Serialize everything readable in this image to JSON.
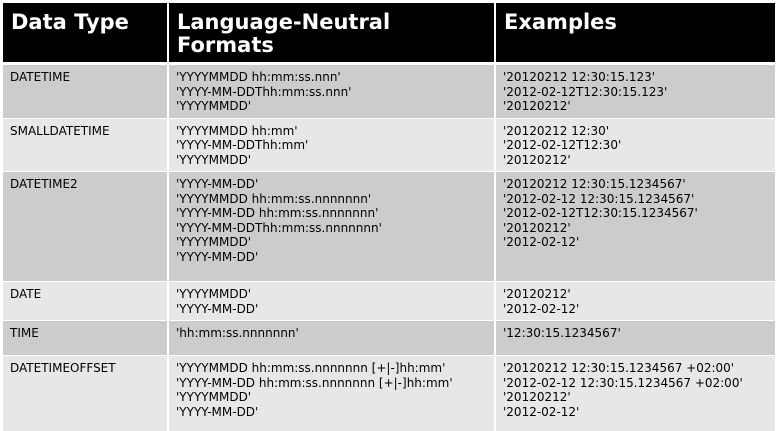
{
  "headers": [
    "Data Type",
    "Language-Neutral Formats",
    "Examples"
  ],
  "rows": [
    {
      "type": "DATETIME",
      "formats": "'YYYYMMDD hh:mm:ss.nnn'\n'YYYY-MM-DDThh:mm:ss.nnn'\n'YYYYMMDD'",
      "examples": "'20120212 12:30:15.123'\n'2012-02-12T12:30:15.123'\n'20120212'"
    },
    {
      "type": "SMALLDATETIME",
      "formats": "'YYYYMMDD hh:mm'\n'YYYY-MM-DDThh:mm'\n'YYYYMMDD'",
      "examples": "'20120212 12:30'\n'2012-02-12T12:30'\n'20120212'"
    },
    {
      "type": "DATETIME2",
      "formats": "'YYYY-MM-DD'\n'YYYYMMDD hh:mm:ss.nnnnnnn'\n'YYYY-MM-DD hh:mm:ss.nnnnnnn'\n'YYYY-MM-DDThh:mm:ss.nnnnnnn'\n'YYYYMMDD'\n'YYYY-MM-DD'",
      "examples": "'20120212 12:30:15.1234567'\n'2012-02-12 12:30:15.1234567'\n'2012-02-12T12:30:15.1234567'\n'20120212'\n'2012-02-12'"
    },
    {
      "type": "DATE",
      "formats": "'YYYYMMDD'\n'YYYY-MM-DD'",
      "examples": "'20120212'\n'2012-02-12'"
    },
    {
      "type": "TIME",
      "formats": "'hh:mm:ss.nnnnnnn'",
      "examples": "'12:30:15.1234567'"
    },
    {
      "type": "DATETIMEOFFSET",
      "formats": "'YYYYMMDD hh:mm:ss.nnnnnnn [+|-]hh:mm'\n'YYYY-MM-DD hh:mm:ss.nnnnnnn [+|-]hh:mm'\n'YYYYMMDD'\n'YYYY-MM-DD'",
      "examples": "'20120212 12:30:15.1234567 +02:00'\n'2012-02-12 12:30:15.1234567 +02:00'\n'20120212'\n'2012-02-12'"
    }
  ],
  "colors": {
    "header_bg": "#000000",
    "header_text": "#ffffff",
    "row_dark": "#cccccc",
    "row_light": "#e7e7e7"
  }
}
